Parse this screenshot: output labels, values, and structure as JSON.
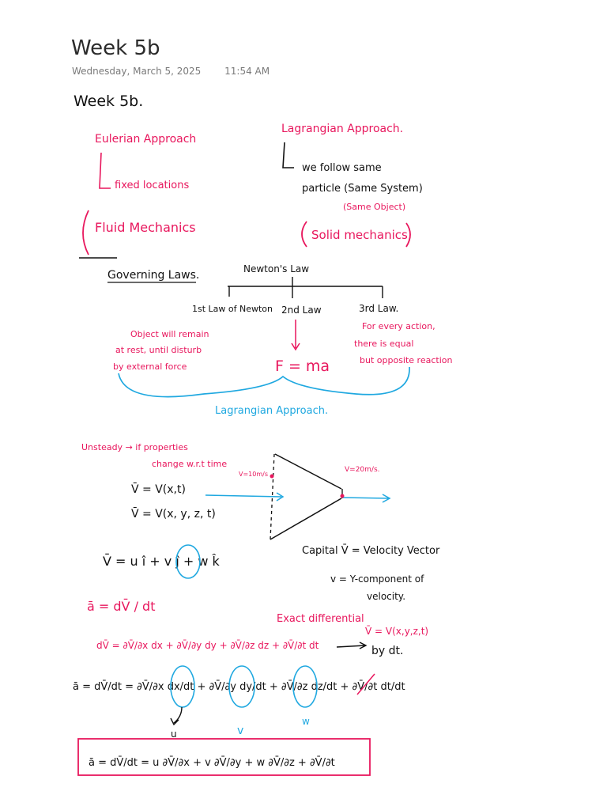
{
  "page": {
    "title": "Week 5b",
    "date": "Wednesday, March 5, 2025",
    "time": "11:54 AM"
  },
  "notes": {
    "heading": "Week 5b.",
    "eulerian": "Eulerian Approach",
    "fixed_locations": "fixed locations",
    "fluid_mechanics": "Fluid Mechanics",
    "lagrangian": "Lagrangian Approach.",
    "follow_particle_1": "we follow same",
    "follow_particle_2": "particle (Same System)",
    "same_object": "(Same Object)",
    "solid_mechanics": "Solid mechanics",
    "governing_laws": "Governing Laws.",
    "newtons_law": "Newton's Law",
    "first_law": "1st Law of Newton",
    "second_law": "2nd Law",
    "third_law": "3rd Law.",
    "first_law_desc_1": "Object will remain",
    "first_law_desc_2": "at rest, until disturb",
    "first_law_desc_3": "by external force",
    "fma": "F = ma",
    "third_law_desc_1": "For every action,",
    "third_law_desc_2": "there is equal",
    "third_law_desc_3": "but opposite reaction",
    "lagrangian_approach": "Lagrangian Approach.",
    "unsteady": "Unsteady → if properties",
    "unsteady_2": "change w.r.t time",
    "v_eq_1": "V̄ = V(x,t)",
    "v_eq_2": "V̄ = V(x, y, z, t)",
    "v_10": "V=10m/s",
    "v_20": "V=20m/s.",
    "velocity_vector": "V̄ = u î + v ĵ + w k̂",
    "capital_v": "Capital V̄ = Velocity Vector",
    "v_component": "v = Y-component of",
    "velocity": "velocity.",
    "a_eq": "ā = dV̄ / dt",
    "exact_diff": "Exact differential",
    "dv_eq": "dV̄ = ∂V̄/∂x dx + ∂V̄/∂y dy + ∂V̄/∂z dz + ∂V̄/∂t dt",
    "v_xyzt": "V̄ = V(x,y,z,t)",
    "by_dt": "by dt.",
    "a_full": "ā = dV̄/dt = ∂V̄/∂x dx/dt + ∂V̄/∂y dy/dt + ∂V̄/∂z dz/dt + ∂V̄/∂t dt/dt",
    "u_label": "u",
    "v_label": "v",
    "w_label": "w",
    "a_final": "ā = dV̄/dt = u ∂V̄/∂x + v ∂V̄/∂y + w ∂V̄/∂z + ∂V̄/∂t"
  },
  "colors": {
    "ink_black": "#111111",
    "ink_red": "#e8175d",
    "ink_blue": "#1fa8e0"
  }
}
